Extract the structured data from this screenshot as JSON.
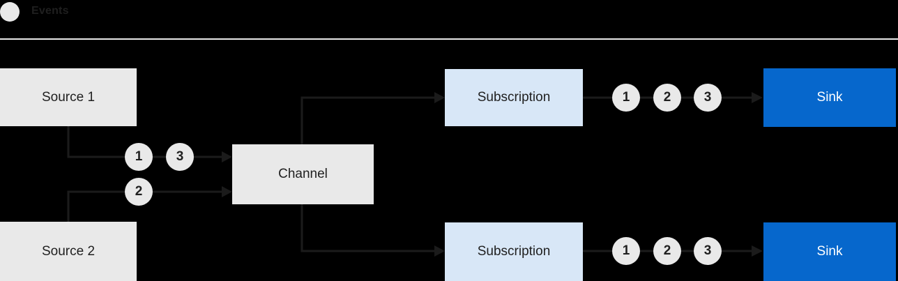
{
  "legend": {
    "label": "Events"
  },
  "nodes": {
    "source1": {
      "label": "Source 1"
    },
    "source2": {
      "label": "Source 2"
    },
    "channel": {
      "label": "Channel"
    },
    "subscription_top": {
      "label": "Subscription"
    },
    "subscription_bottom": {
      "label": "Subscription"
    },
    "sink_top": {
      "label": "Sink"
    },
    "sink_bottom": {
      "label": "Sink"
    }
  },
  "badges": {
    "source1_to_channel": [
      "1",
      "3"
    ],
    "source2_to_channel": [
      "2"
    ],
    "subscription_top_to_sink": [
      "1",
      "2",
      "3"
    ],
    "subscription_bottom_to_sink": [
      "1",
      "2",
      "3"
    ]
  },
  "colors": {
    "background": "#000000",
    "node_gray": "#e9e9e9",
    "node_light_blue": "#d8e7f7",
    "node_blue": "#0667cc",
    "badge_fill": "#e9e9e9",
    "line": "#1b1b1b",
    "divider": "#e9e9e9",
    "text_dark": "#1f1f1f",
    "text_light": "#ffffff"
  }
}
